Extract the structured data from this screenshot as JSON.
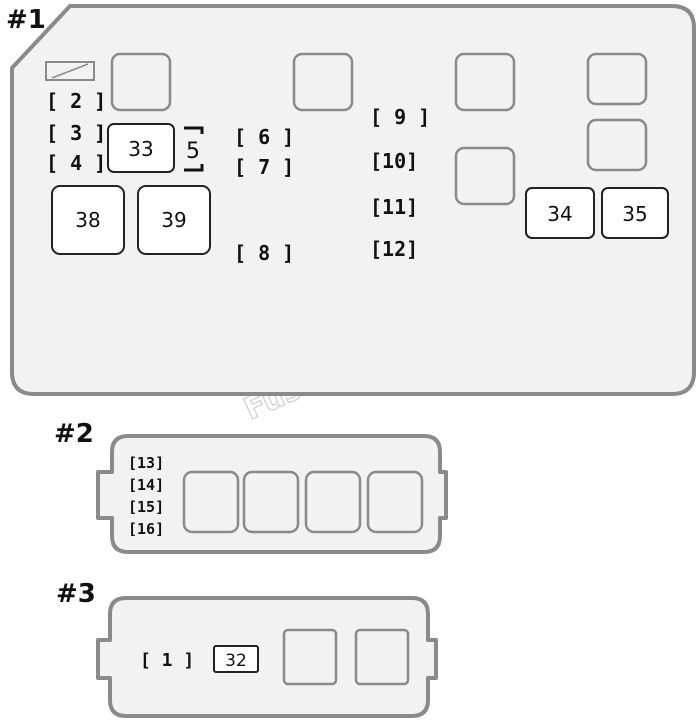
{
  "watermark": "Fuse-Box.inFo",
  "panel1": {
    "heading": "#1",
    "bracket_fuses": [
      "[ 2 ]",
      "[ 3 ]",
      "[ 4 ]",
      "[ 6 ]",
      "[ 7 ]",
      "[ 8 ]",
      "[ 9 ]",
      "[10]",
      "[11]",
      "[12]"
    ],
    "relays": [
      "33",
      "5",
      "38",
      "39",
      "34",
      "35"
    ]
  },
  "panel2": {
    "heading": "#2",
    "bracket_fuses": [
      "[13]",
      "[14]",
      "[15]",
      "[16]"
    ]
  },
  "panel3": {
    "heading": "#3",
    "bracket_fuses": [
      "[ 1 ]"
    ],
    "relays": [
      "32"
    ]
  }
}
